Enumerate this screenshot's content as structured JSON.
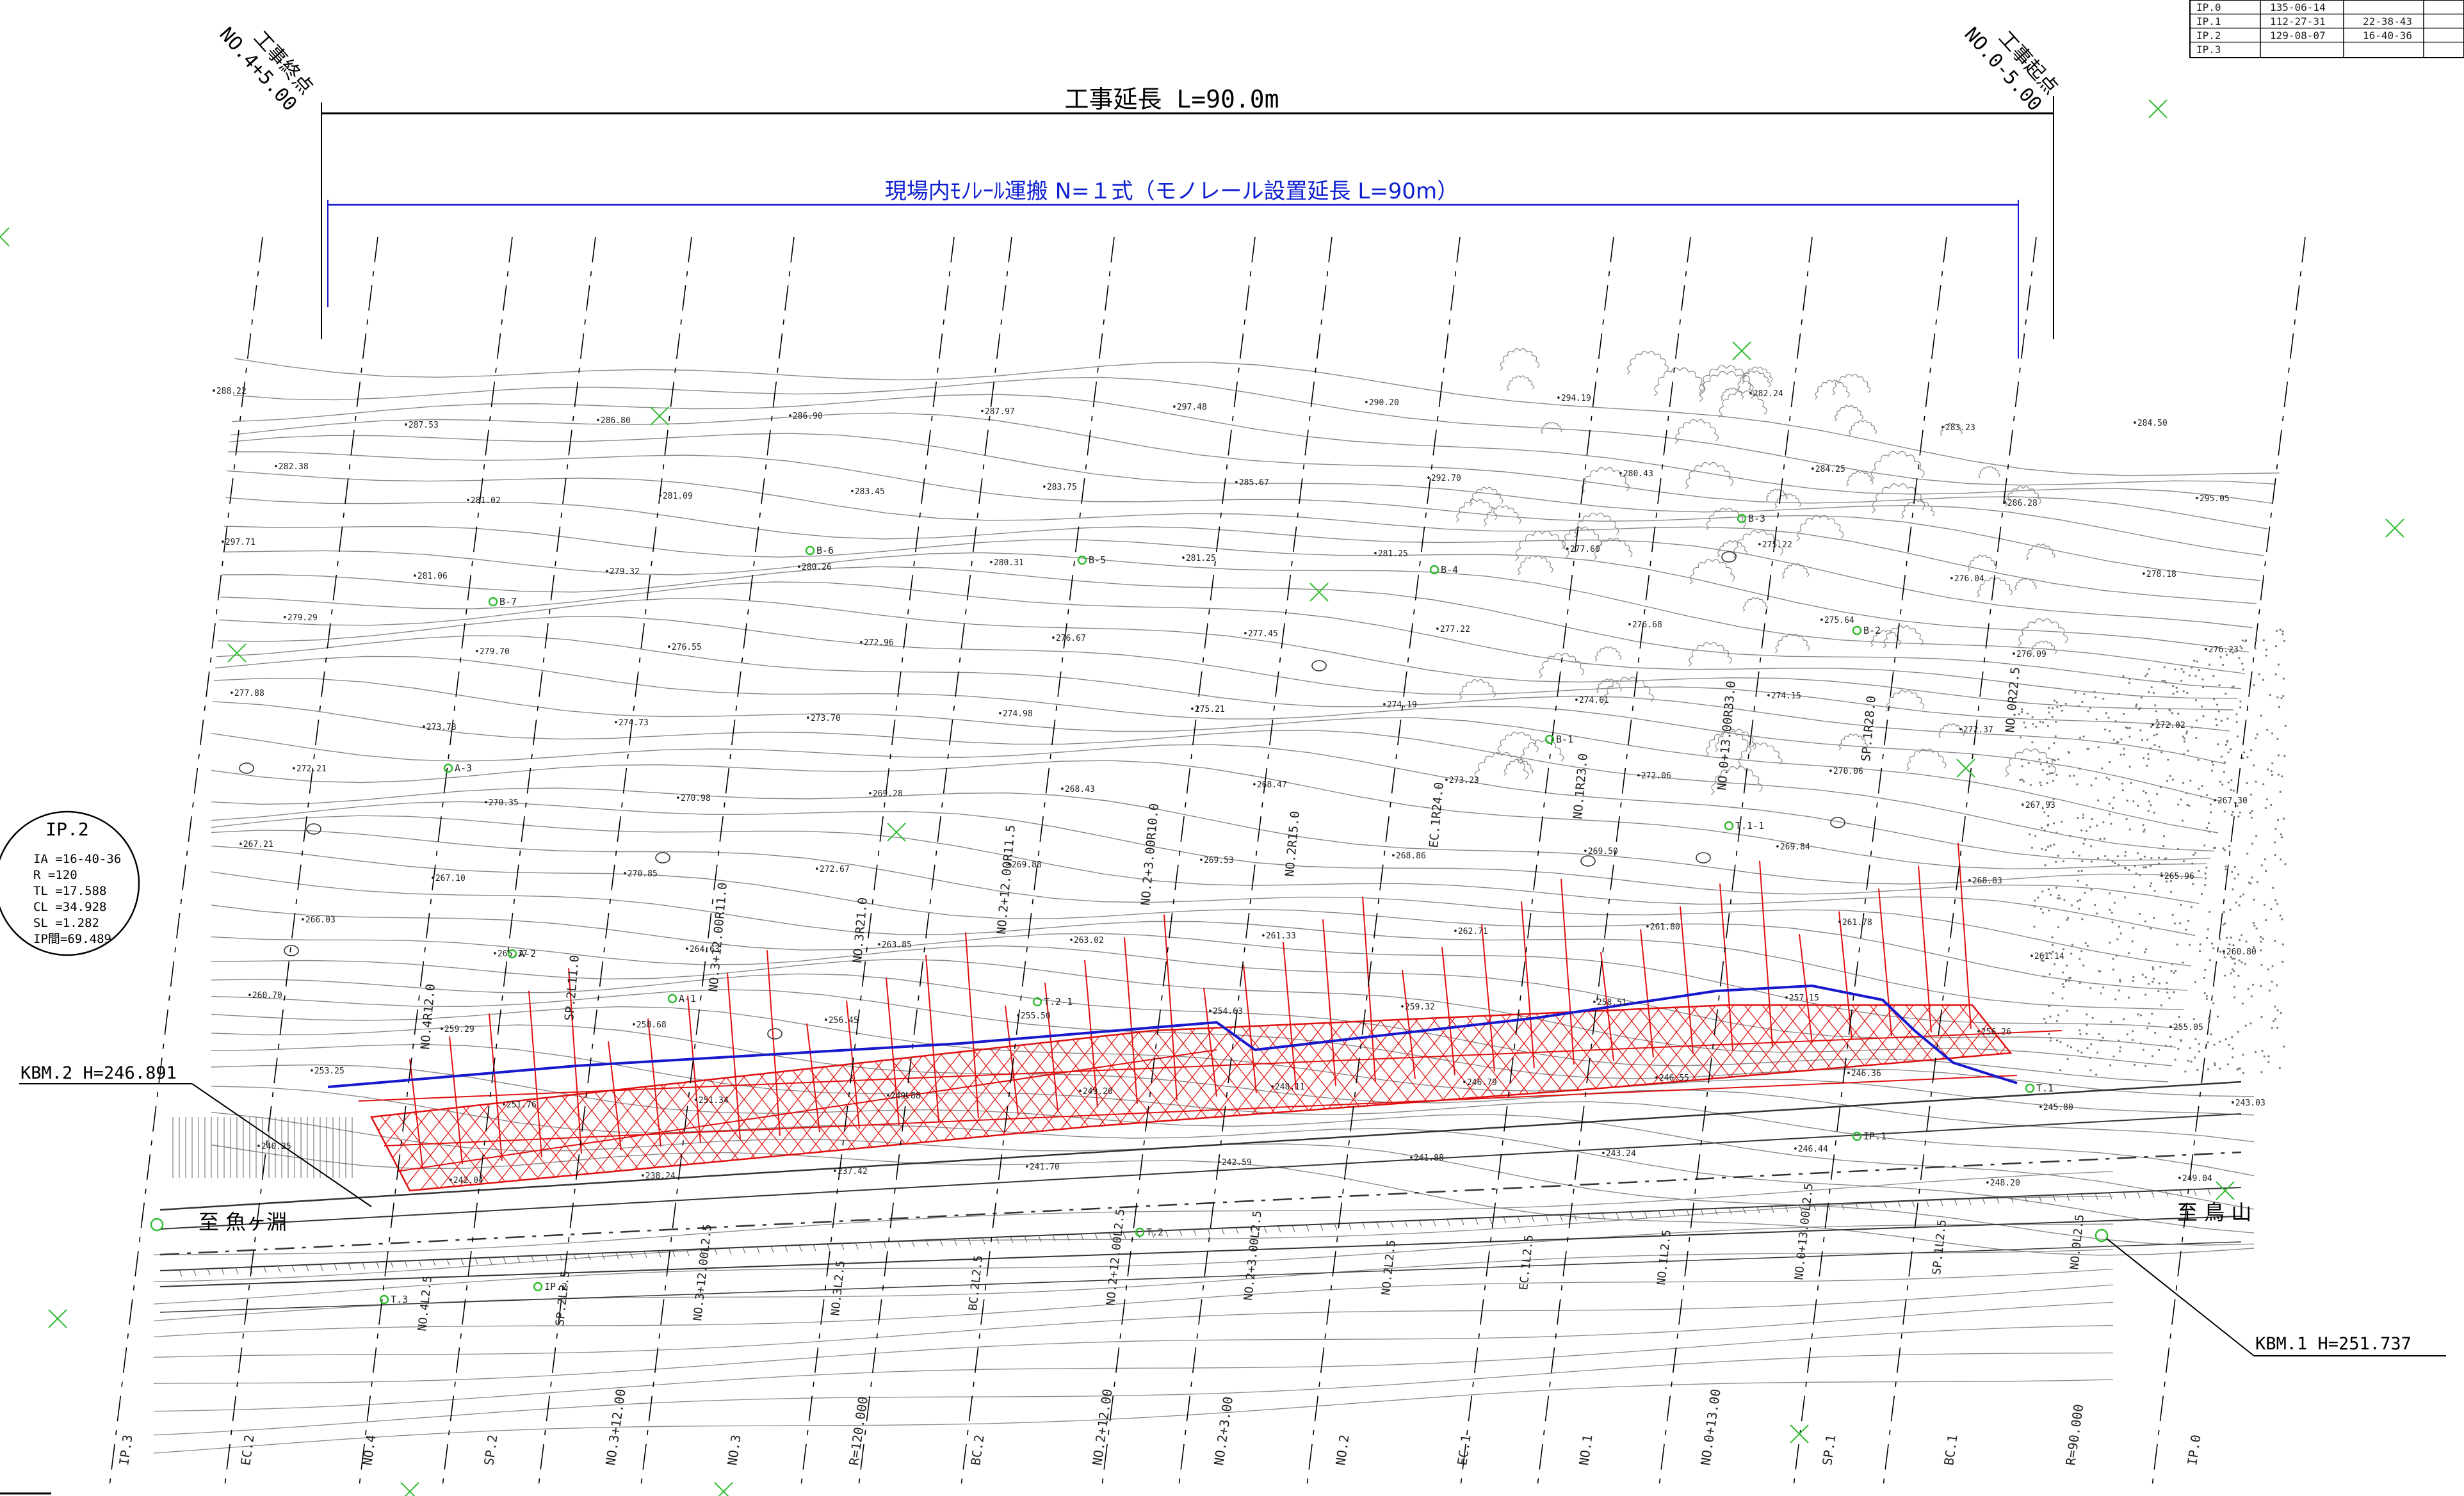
{
  "colors": {
    "contour": "#8a8a8a",
    "alignment": "#1818cc",
    "fence": "#e01010",
    "marker": "#33bb33",
    "line": "#000000"
  },
  "ip_table": {
    "rows": [
      [
        "IP.0",
        "135-06-14",
        ""
      ],
      [
        "IP.1",
        "112-27-31",
        "22-38-43"
      ],
      [
        "IP.2",
        "129-08-07",
        "16-40-36"
      ],
      [
        "IP.3",
        "",
        ""
      ]
    ]
  },
  "header": {
    "end_label": "工事終点",
    "end_station": "NO.4+5.00",
    "start_label": "工事起点",
    "start_station": "NO.0-5.00",
    "extent": "工事延長  L=90.0m",
    "transport": "現場内ﾓﾉﾚｰﾙ運搬 N=１式（モノレール設置延長 L=90m）"
  },
  "ip2_box": {
    "title": "IP.2",
    "lines": [
      "IA =16-40-36",
      "R =120",
      "TL =17.588",
      "CL =34.928",
      "SL =1.282",
      "IP間=69.489"
    ]
  },
  "benchmarks": {
    "kbm2": "KBM.2 H=246.891",
    "kbm1": "KBM.1 H=251.737"
  },
  "places": {
    "left": "至 魚ヶ淵",
    "right": "至 鳥 山"
  },
  "stations_bottom": [
    "IP.3",
    "EC.2",
    "NO.4",
    "SP.2",
    "NO.3+12.00",
    "NO.3",
    "R=120.000",
    "BC.2",
    "NO.2+12.00",
    "NO.2+3.00",
    "NO.2",
    "EC.1",
    "NO.1",
    "NO.0+13.00",
    "SP.1",
    "BC.1",
    "R=90.000",
    "IP.0"
  ],
  "stations_mid": [
    "NO.4L2.5",
    "SP.2L2.5",
    "NO.3+12.00L2.5",
    "NO.3L2.5",
    "BC.2L2.5",
    "NO.2+12.00L2.5",
    "NO.2+3.00L2.5",
    "NO.2L2.5",
    "EC.1L2.5",
    "NO.1L2.5",
    "NO.0+13.00L2.5",
    "SP.1L2.5",
    "NO.0L2.5"
  ],
  "stations_upper": [
    "NO.4R12.0",
    "SP.2L11.0",
    "NO.3+12.00R11.0",
    "NO.3R21.0",
    "NO.2+12.00R11.5",
    "NO.2+3.00R10.0",
    "NO.2R15.0",
    "EC.1R24.0",
    "NO.1R23.0",
    "NO.0+13.00R33.0",
    "SP.1R28.0",
    "NO.0R22.5"
  ],
  "points": [
    "IP.1",
    "IP.2",
    "T.1",
    "T.2",
    "T.3",
    "T.1-1",
    "T.2-1",
    "B-1",
    "B-2",
    "B-3",
    "B-4",
    "B-5",
    "B-6",
    "B-7",
    "A-1",
    "A-2",
    "A-3"
  ],
  "elevations": [
    "288.22",
    "287.53",
    "286.80",
    "286.90",
    "287.97",
    "297.48",
    "290.20",
    "294.19",
    "282.24",
    "283.23",
    "284.50",
    "282.38",
    "281.02",
    "281.09",
    "283.45",
    "283.75",
    "285.67",
    "292.70",
    "280.43",
    "284.25",
    "286.28",
    "295.05",
    "297.71",
    "281.06",
    "279.32",
    "280.26",
    "280.31",
    "281.25",
    "281.25",
    "277.60",
    "275.22",
    "276.04",
    "278.18",
    "279.29",
    "279.70",
    "276.55",
    "272.96",
    "276.67",
    "277.45",
    "277.22",
    "276.68",
    "275.64",
    "276.09",
    "276.23",
    "277.88",
    "273.73",
    "274.73",
    "273.70",
    "274.98",
    "275.21",
    "274.19",
    "274.61",
    "274.15",
    "272.37",
    "272.02",
    "272.21",
    "270.35",
    "270.98",
    "269.28",
    "268.43",
    "268.47",
    "273.23",
    "272.06",
    "270.06",
    "267.93",
    "267.30",
    "267.21",
    "267.10",
    "270.85",
    "272.67",
    "269.88",
    "269.53",
    "268.86",
    "269.50",
    "269.84",
    "268.83",
    "265.96",
    "266.03",
    "265.37",
    "264.63",
    "263.85",
    "263.02",
    "261.33",
    "262.71",
    "261.80",
    "261.78",
    "261.14",
    "260.80",
    "260.70",
    "259.29",
    "258.68",
    "256.45",
    "255.50",
    "254.63",
    "259.32",
    "258.51",
    "257.15",
    "256.26",
    "255.05",
    "253.25",
    "251.76",
    "251.34",
    "249.88",
    "249.20",
    "248.11",
    "246.79",
    "246.55",
    "246.36",
    "245.80",
    "243.03",
    "240.25",
    "242.04",
    "238.24",
    "237.42",
    "241.70",
    "242.59",
    "241.88",
    "243.24",
    "246.44",
    "248.20",
    "249.04"
  ],
  "icons": [
    "control-point-icon",
    "benchmark-icon",
    "boulder-icon",
    "cross-mark-icon"
  ]
}
